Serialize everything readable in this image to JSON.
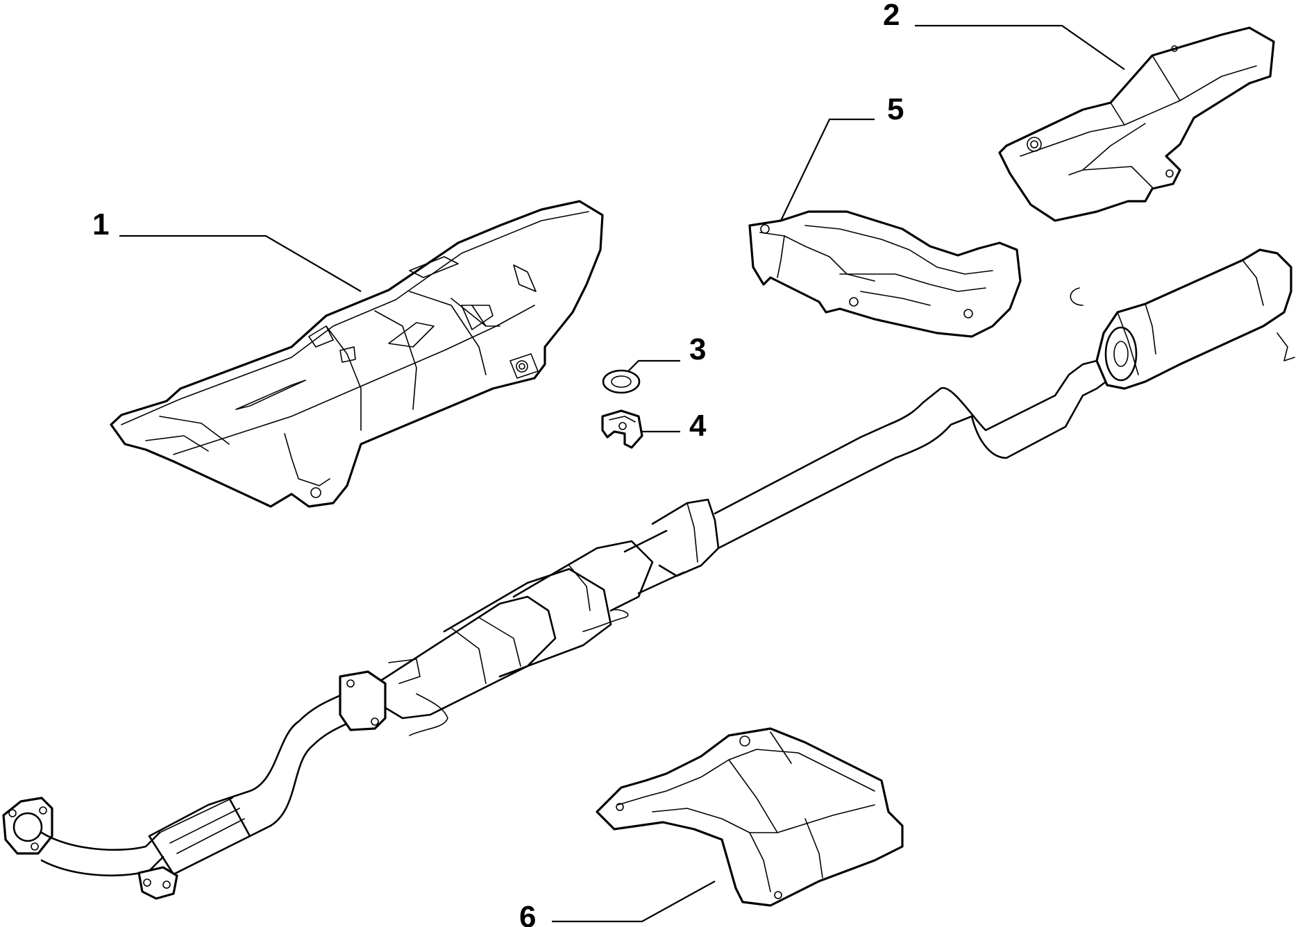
{
  "diagram": {
    "colors": {
      "line": "#000000",
      "background": "#ffffff"
    },
    "callouts": [
      {
        "id": "1",
        "label": "1"
      },
      {
        "id": "2",
        "label": "2"
      },
      {
        "id": "3",
        "label": "3"
      },
      {
        "id": "4",
        "label": "4"
      },
      {
        "id": "5",
        "label": "5"
      },
      {
        "id": "6",
        "label": "6"
      }
    ]
  }
}
